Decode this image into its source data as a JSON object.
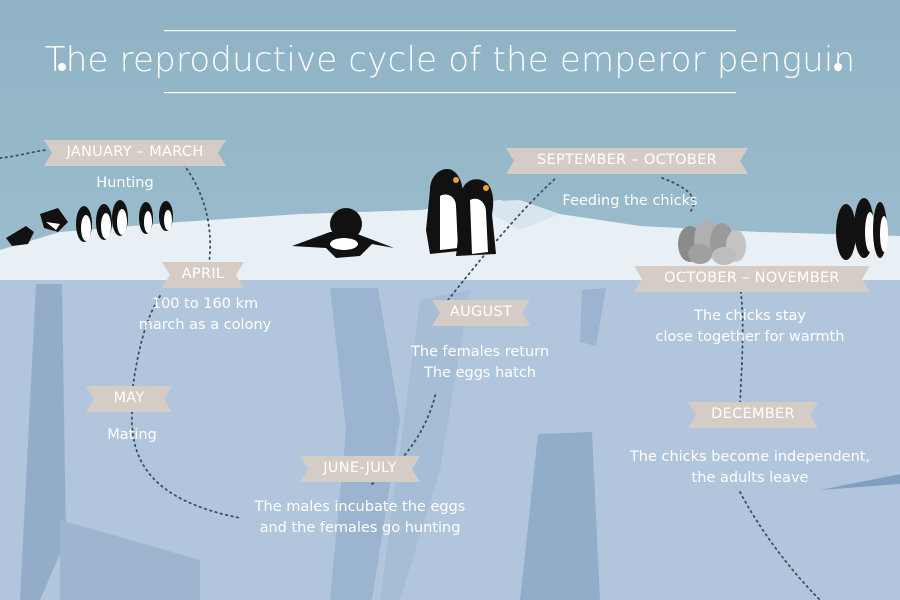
{
  "title": "The reproductive cycle of the emperor penguin",
  "colors": {
    "sky": "#92b8c9",
    "ice_shelf": "#e9f1f7",
    "ice_wall": "#aec3da",
    "ribbon": "#d6ccc6",
    "text": "#ffffff",
    "path": "#3c4f63"
  },
  "stages": [
    {
      "period": "JANUARY – MARCH",
      "lines": [
        "Hunting"
      ]
    },
    {
      "period": "APRIL",
      "lines": [
        "100 to 160 km",
        "march as a colony"
      ]
    },
    {
      "period": "MAY",
      "lines": [
        "Mating"
      ]
    },
    {
      "period": "JUNE-JULY",
      "lines": [
        "The males incubate the eggs",
        "and the females go hunting"
      ]
    },
    {
      "period": "AUGUST",
      "lines": [
        "The females return",
        "The eggs hatch"
      ]
    },
    {
      "period": "SEPTEMBER – OCTOBER",
      "lines": [
        "Feeding the chicks"
      ]
    },
    {
      "period": "OCTOBER – NOVEMBER",
      "lines": [
        "The chicks stay",
        "close together for warmth"
      ]
    },
    {
      "period": "DECEMBER",
      "lines": [
        "The chicks become independent,",
        "the adults leave"
      ]
    }
  ],
  "icons": [
    "penguin-group-icon",
    "sliding-penguin-icon",
    "penguin-couple-icon",
    "chick-huddle-icon",
    "departing-penguins-icon"
  ]
}
